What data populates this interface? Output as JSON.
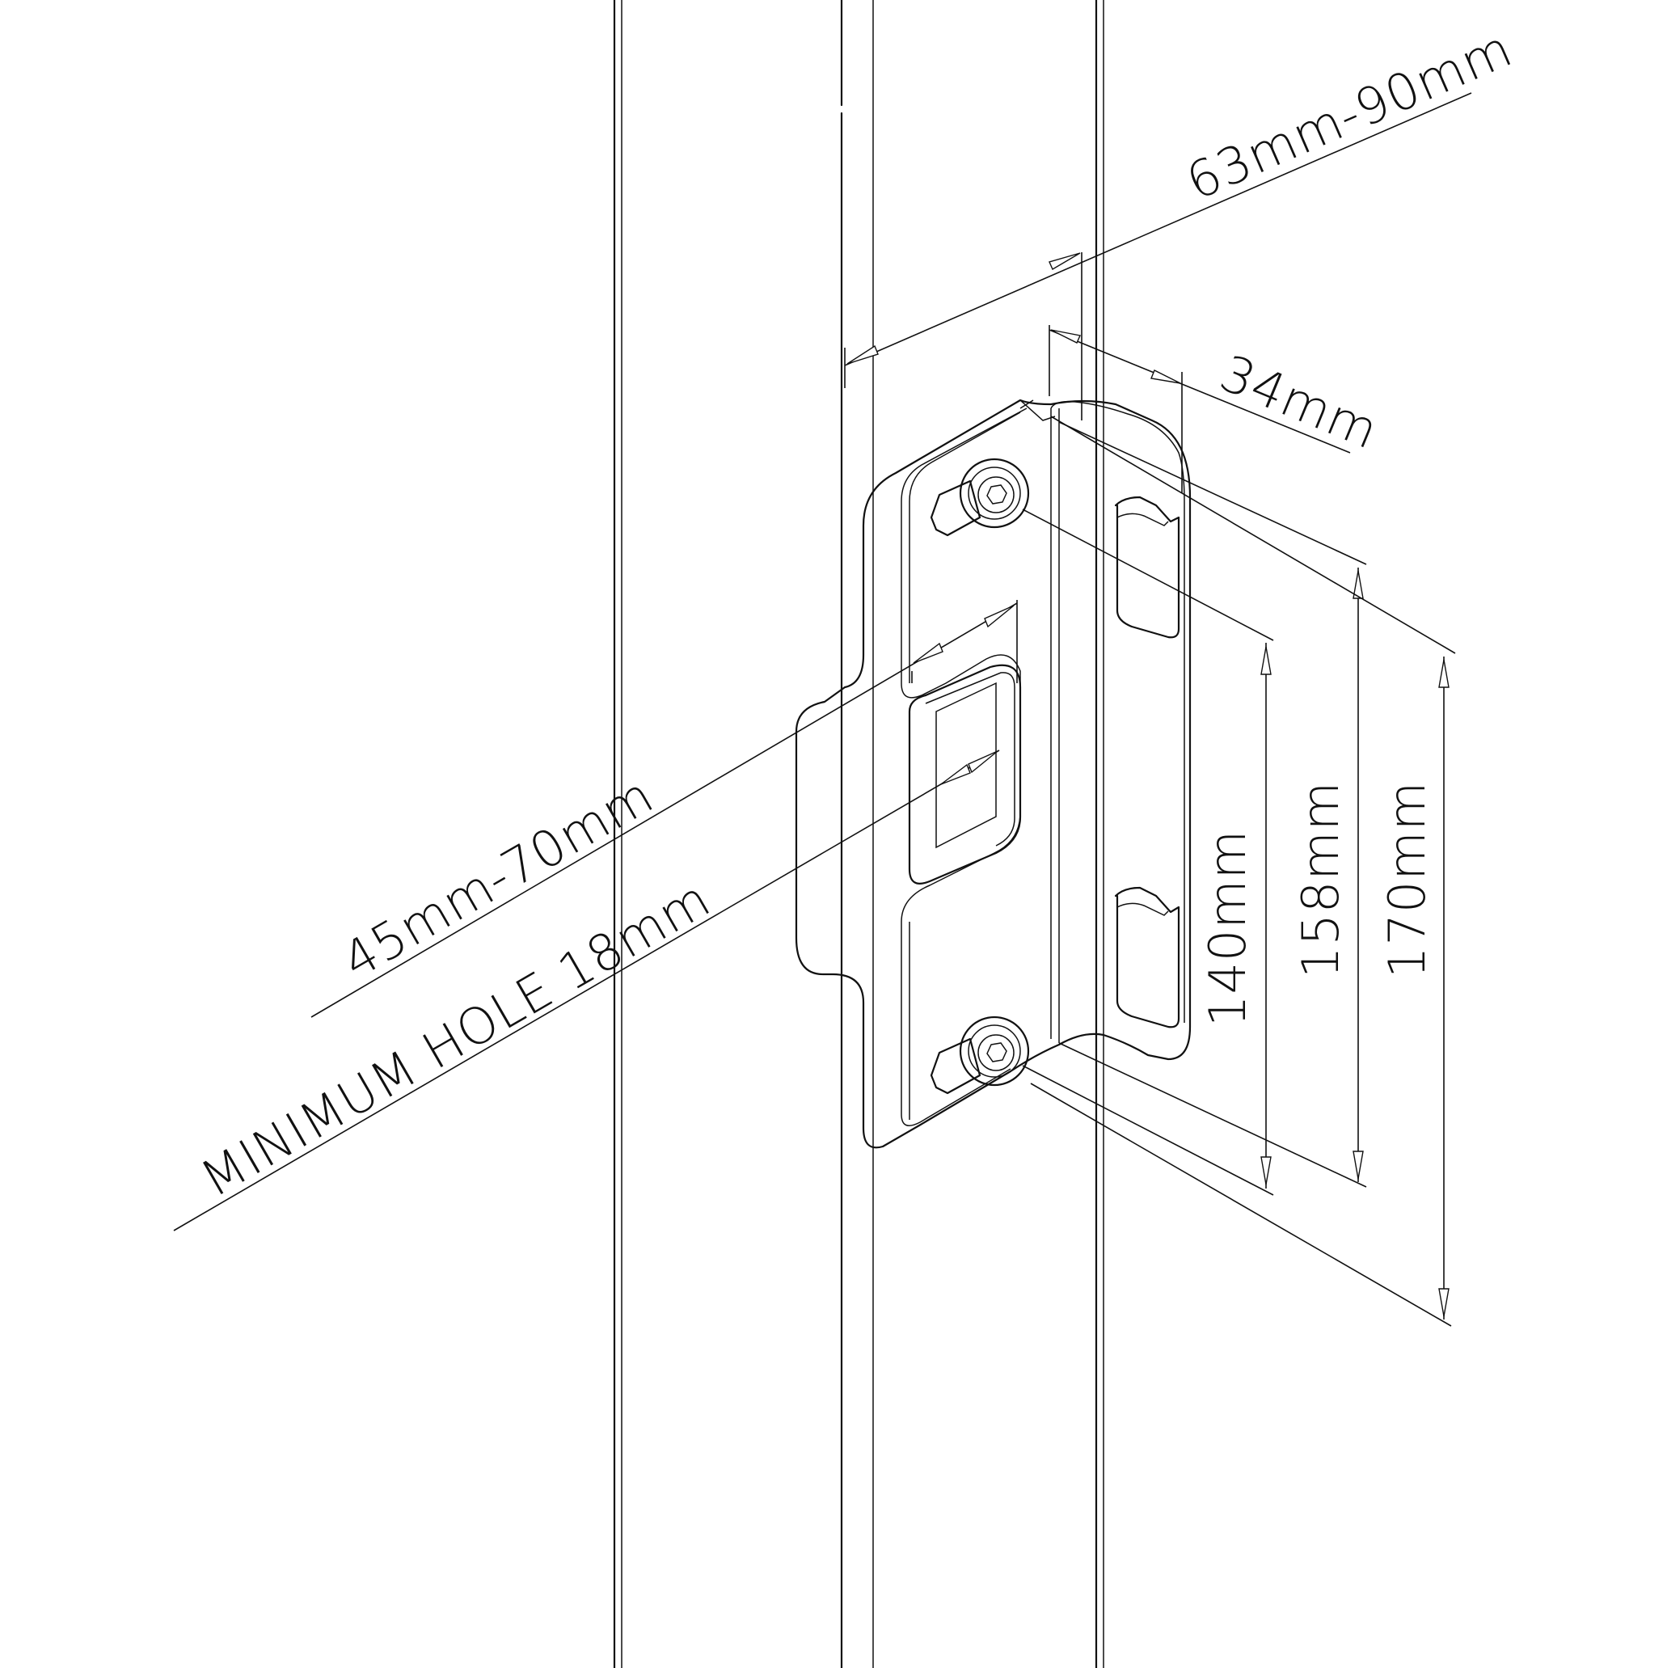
{
  "dimensions": {
    "frame_depth": "63mm-90mm",
    "keep_width": "34mm",
    "backset": "45mm-70mm",
    "minimum_hole": "MINIMUM HOLE 18mm",
    "fixing_centres": "140mm",
    "keep_height": "158mm",
    "plate_height": "170mm"
  }
}
